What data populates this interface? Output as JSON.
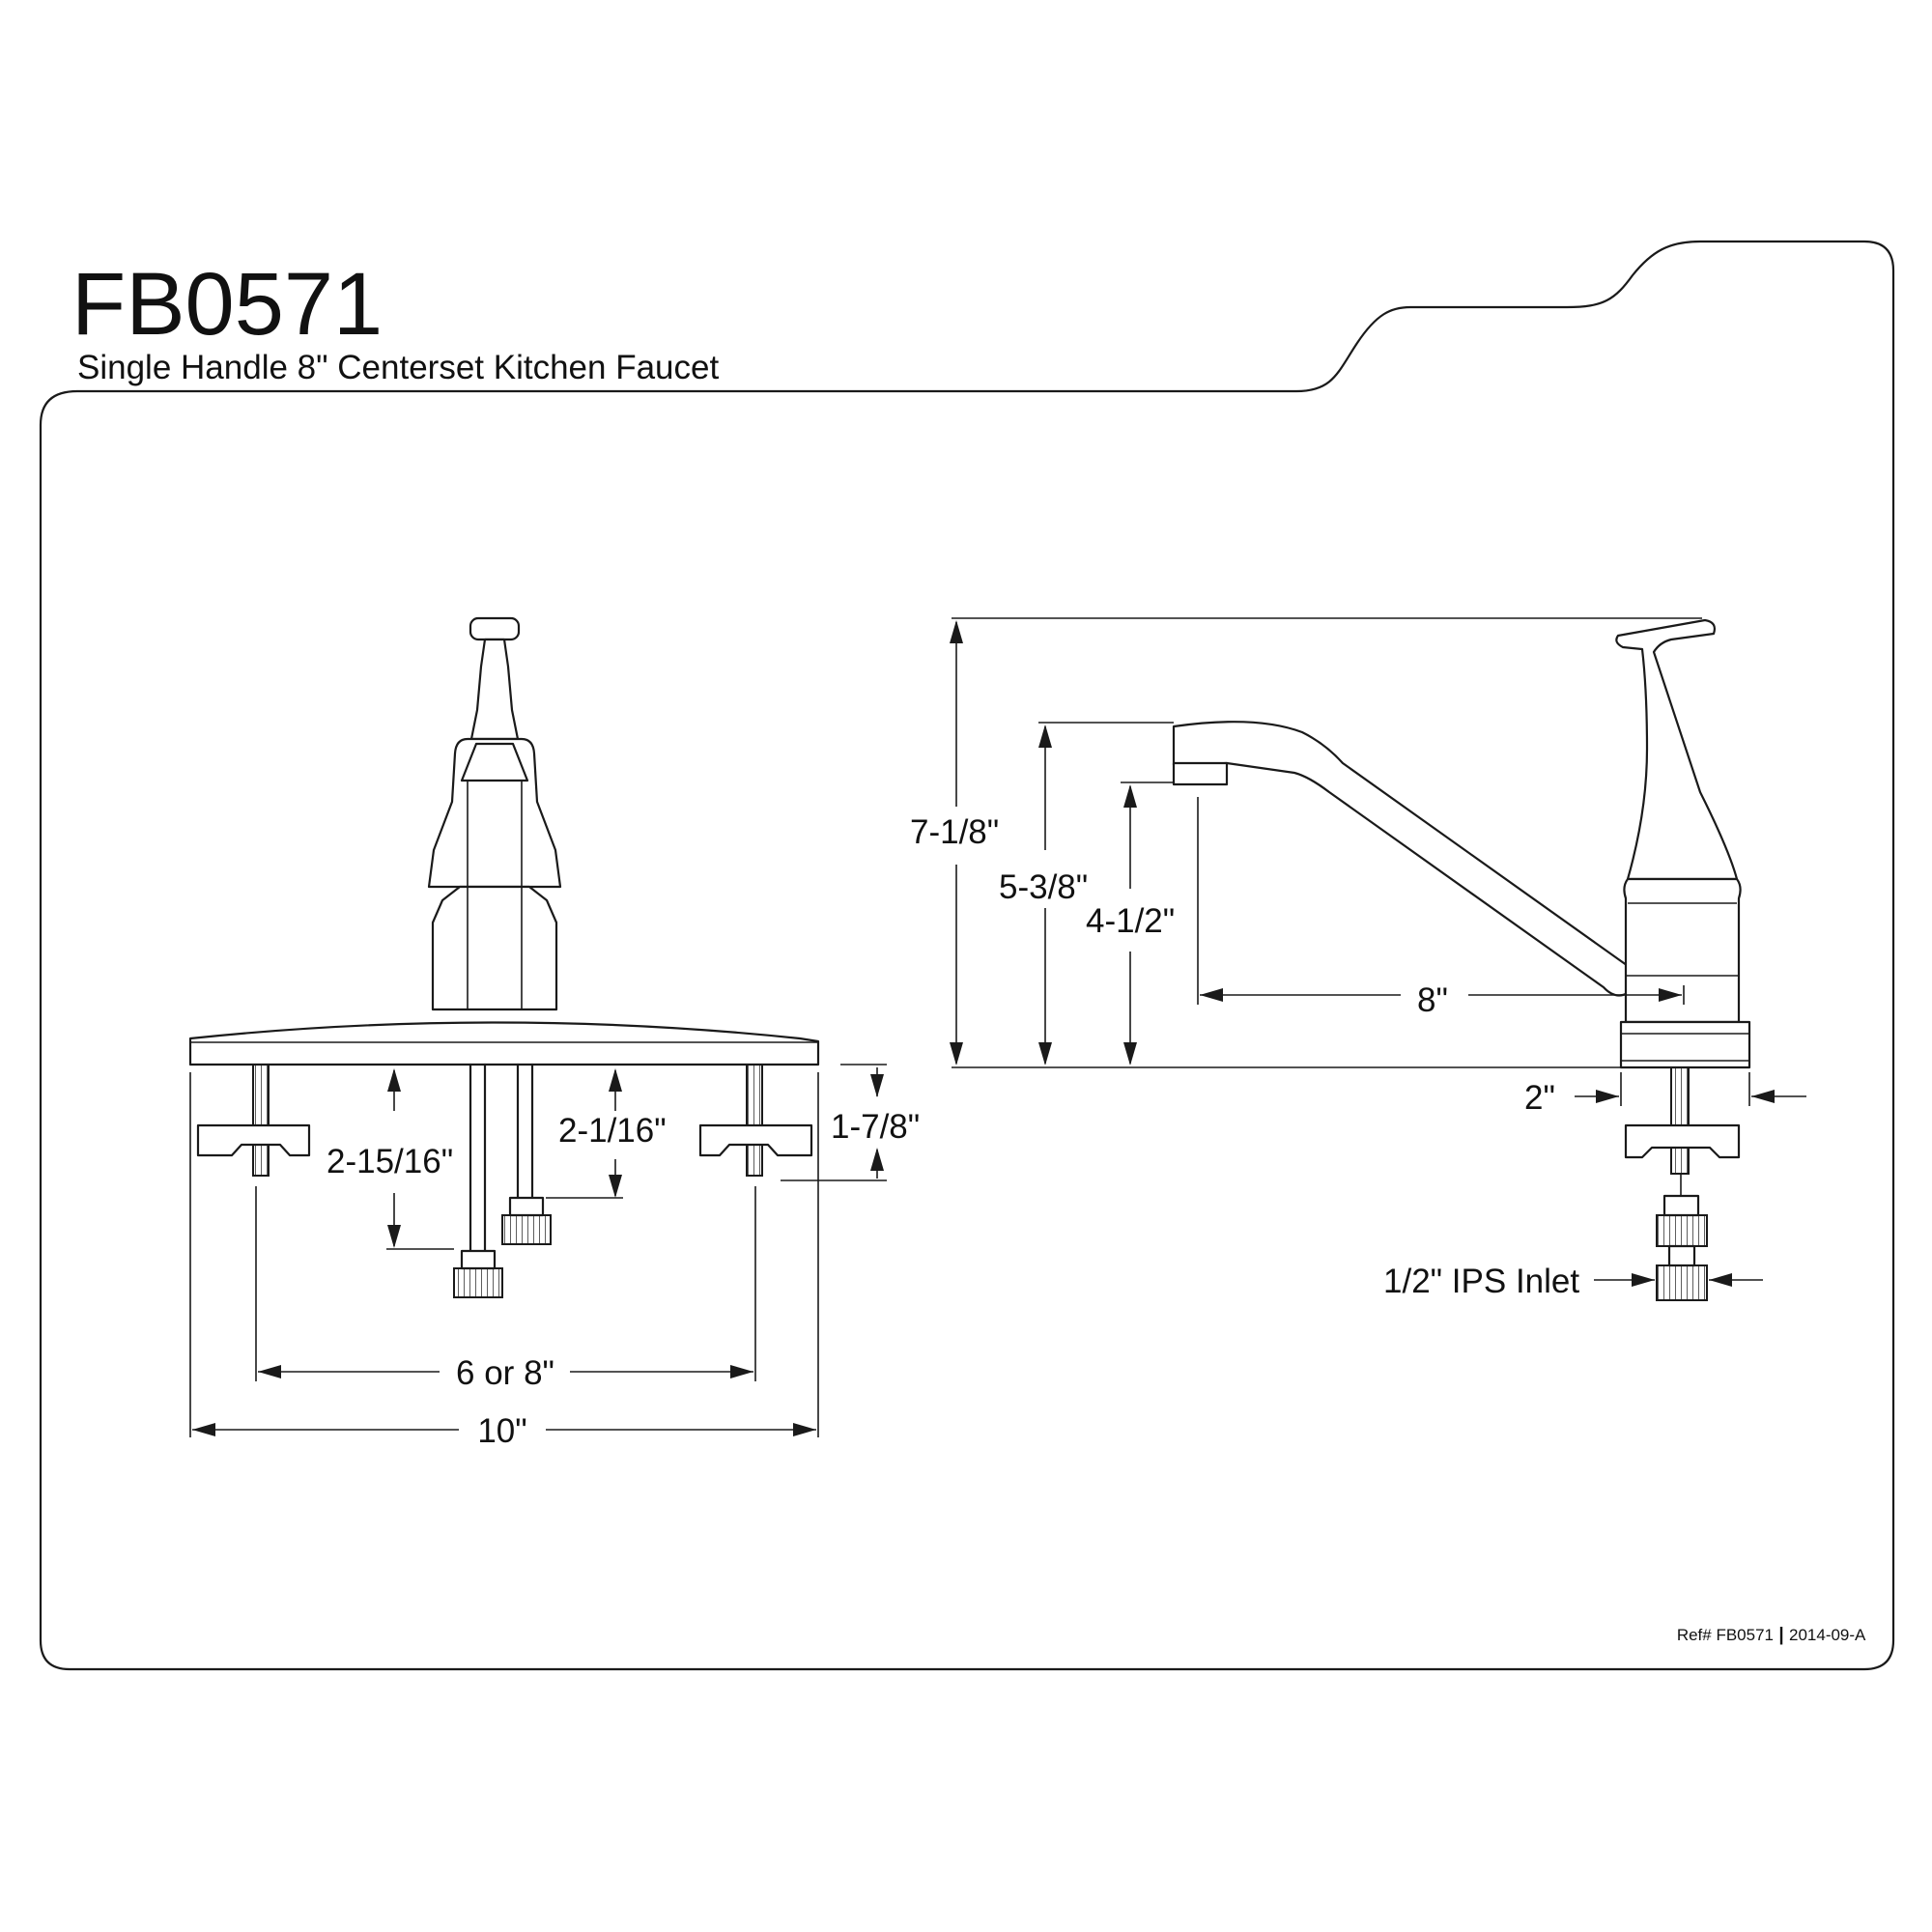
{
  "title": "FB0571",
  "subtitle": "Single Handle 8\" Centerset Kitchen Faucet",
  "front_view": {
    "dims": {
      "mount_depth": "2-15/16\"",
      "inlet_depth": "2-1/16\"",
      "bolt_depth": "1-7/8\"",
      "centers": "6 or 8\"",
      "plate_width": "10\""
    }
  },
  "side_view": {
    "dims": {
      "overall_height": "7-1/8\"",
      "spout_height": "5-3/8\"",
      "spout_clearance": "4-1/2\"",
      "spout_reach": "8\"",
      "base_width": "2\"",
      "inlet": "1/2\" IPS Inlet"
    }
  },
  "footer": {
    "ref": "Ref# FB0571",
    "separator": "|",
    "revision": "2014-09-A"
  }
}
